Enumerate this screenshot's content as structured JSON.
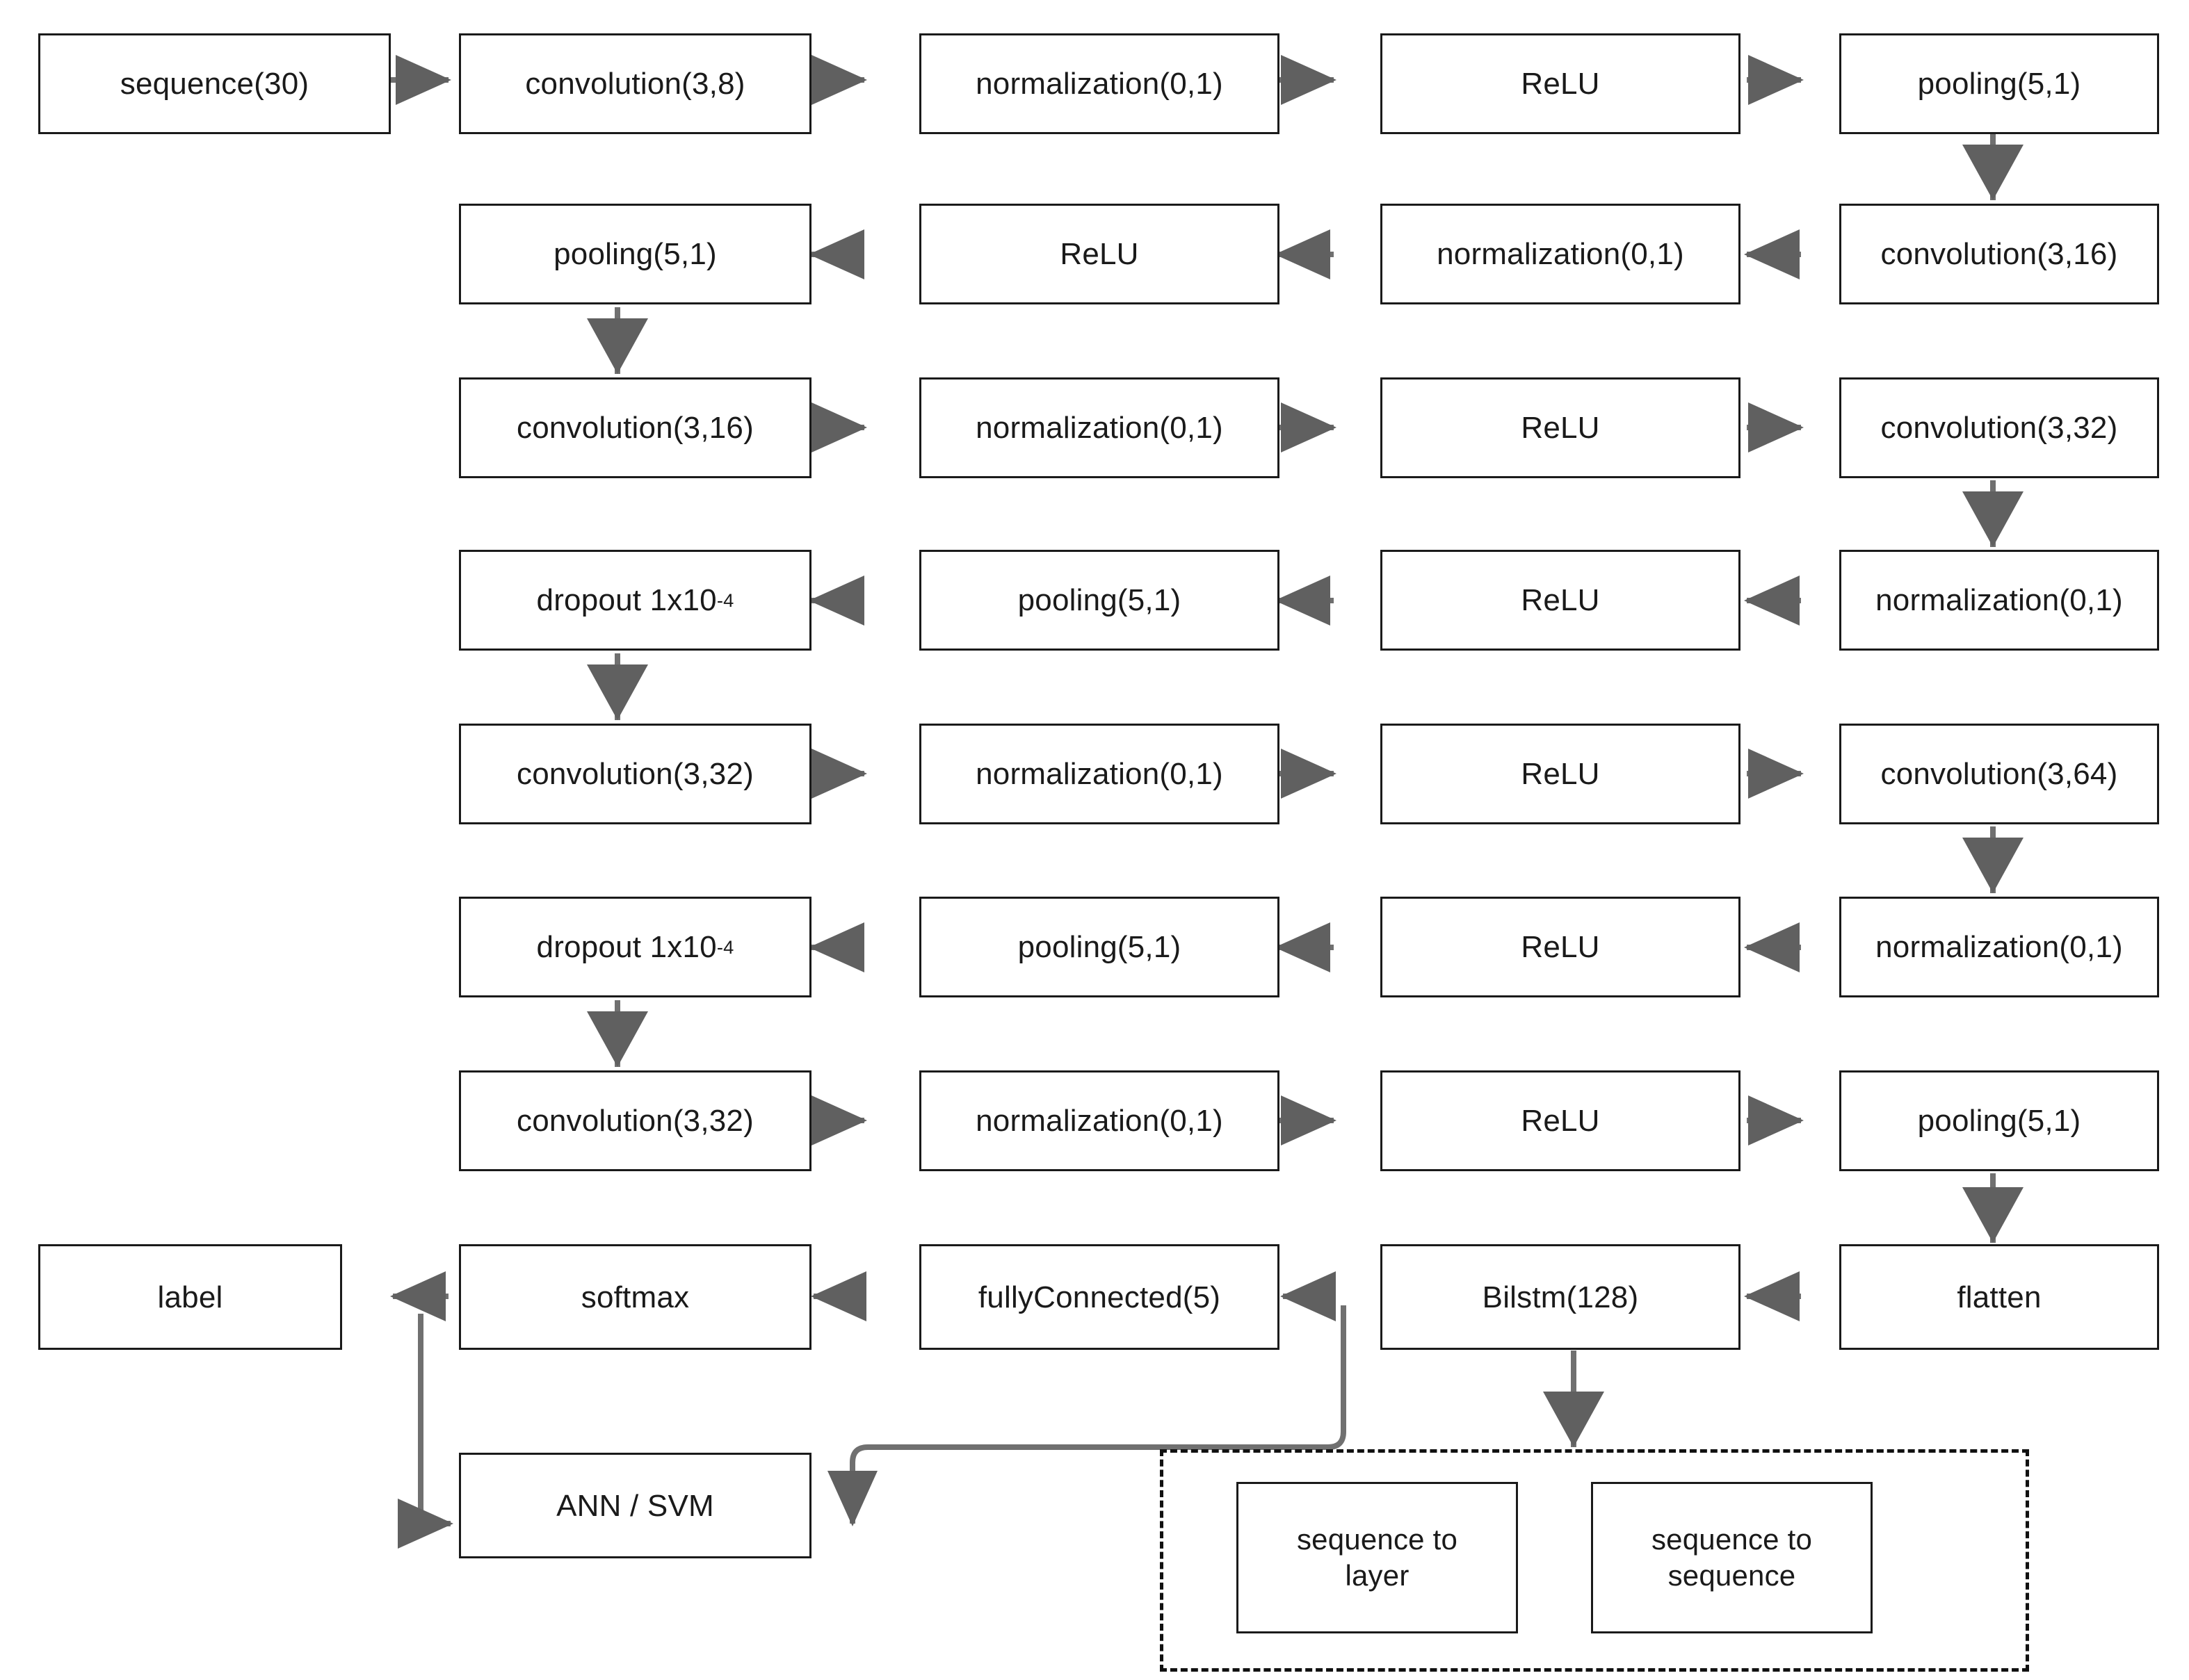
{
  "diagram": {
    "title": "CNN-BiLSTM network architecture flow diagram",
    "accent_color": "#666666",
    "box_border_color": "#1a1a1a",
    "background_color": "#ffffff",
    "rows": [
      {
        "row": 1,
        "direction": "left-to-right",
        "nodes": [
          "sequence(30)",
          "convolution(3,8)",
          "normalization(0,1)",
          "ReLU",
          "pooling(5,1)"
        ]
      },
      {
        "row": 2,
        "direction": "right-to-left",
        "nodes": [
          "pooling(5,1)",
          "ReLU",
          "normalization(0,1)",
          "convolution(3,16)"
        ]
      },
      {
        "row": 3,
        "direction": "left-to-right",
        "nodes": [
          "convolution(3,16)",
          "normalization(0,1)",
          "ReLU",
          "convolution(3,32)"
        ]
      },
      {
        "row": 4,
        "direction": "right-to-left",
        "nodes": [
          "dropout 1x10-4",
          "pooling(5,1)",
          "ReLU",
          "normalization(0,1)"
        ]
      },
      {
        "row": 5,
        "direction": "left-to-right",
        "nodes": [
          "convolution(3,32)",
          "normalization(0,1)",
          "ReLU",
          "convolution(3,64)"
        ]
      },
      {
        "row": 6,
        "direction": "right-to-left",
        "nodes": [
          "dropout 1x10-4",
          "pooling(5,1)",
          "ReLU",
          "normalization(0,1)"
        ]
      },
      {
        "row": 7,
        "direction": "left-to-right",
        "nodes": [
          "convolution(3,32)",
          "normalization(0,1)",
          "ReLU",
          "pooling(5,1)"
        ]
      },
      {
        "row": 8,
        "direction": "right-to-left",
        "nodes": [
          "label",
          "softmax",
          "fullyConnected(5)",
          "Bilstm(128)",
          "flatten"
        ]
      }
    ],
    "nodes": {
      "r1c1": "sequence(30)",
      "r1c2": "convolution(3,8)",
      "r1c3": "normalization(0,1)",
      "r1c4": "ReLU",
      "r1c5": "pooling(5,1)",
      "r2c2": "pooling(5,1)",
      "r2c3": "ReLU",
      "r2c4": "normalization(0,1)",
      "r2c5": "convolution(3,16)",
      "r3c2": "convolution(3,16)",
      "r3c3": "normalization(0,1)",
      "r3c4": "ReLU",
      "r3c5": "convolution(3,32)",
      "r4c2_pre": "dropout 1x10",
      "r4c2_sup": "-4",
      "r4c3": "pooling(5,1)",
      "r4c4": "ReLU",
      "r4c5": "normalization(0,1)",
      "r5c2": "convolution(3,32)",
      "r5c3": "normalization(0,1)",
      "r5c4": "ReLU",
      "r5c5": "convolution(3,64)",
      "r6c2_pre": "dropout 1x10",
      "r6c2_sup": "-4",
      "r6c3": "pooling(5,1)",
      "r6c4": "ReLU",
      "r6c5": "normalization(0,1)",
      "r7c2": "convolution(3,32)",
      "r7c3": "normalization(0,1)",
      "r7c4": "ReLU",
      "r7c5": "pooling(5,1)",
      "r8c1": "label",
      "r8c2": "softmax",
      "r8c3": "fullyConnected(5)",
      "r8c4": "Bilstm(128)",
      "r8c5": "flatten",
      "ann_svm": "ANN / SVM",
      "seq_to_layer": "sequence to\nlayer",
      "seq_to_sequence": "sequence to\nsequence"
    }
  }
}
